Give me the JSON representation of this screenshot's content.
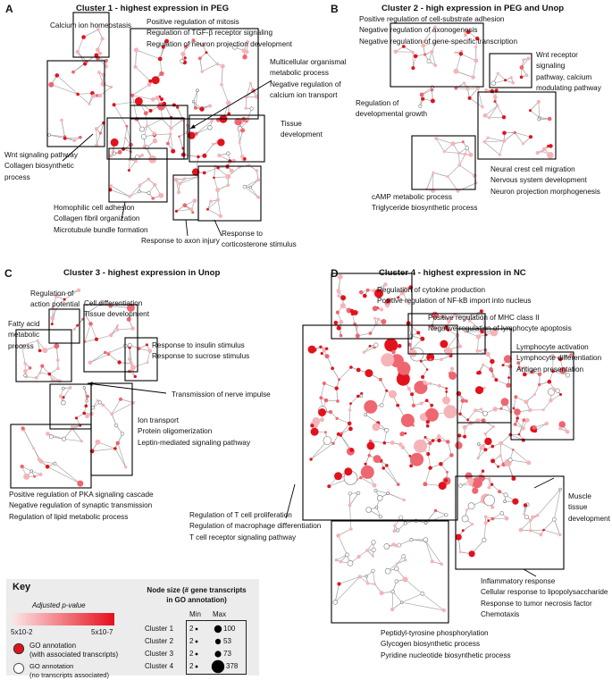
{
  "colors": {
    "edge": "#a8a8a8",
    "node_light": "#f6b3b8",
    "node_mid": "#ee6670",
    "node_dark": "#e2121c",
    "node_white": "#ffffff",
    "node_stroke": "#777777",
    "box": "#000000"
  },
  "panels": {
    "A": {
      "letter": "A",
      "title": "Cluster 1 - highest expression in PEG",
      "labels": [
        "Calcium ion homeostasis",
        "Positive regulation of mitosis\nRegulation of TGF-β receptor signaling\nRegulation of neuron projection development",
        "Multicellular organismal\nmetabolic process\nNegative regulation of\ncalcium ion transport",
        "Tissue\ndevelopment",
        "Wnt signaling pathway\nCollagen biosynthetic\nprocess",
        "Homophilic cell adhesion\nCollagen fibril organization\nMicrotubule bundle formation",
        "Response to axon injury",
        "Response to\ncorticosterone stimulus"
      ]
    },
    "B": {
      "letter": "B",
      "title": "Cluster 2 - high expression in PEG and Unop",
      "labels": [
        "Positive regulation of cell-substrate adhesion\nNegative regulation of axonogenesis\nNegative regulation of gene-specific transcription",
        "Wnt receptor\nsignaling\npathway, calcium\nmodulating pathway",
        "Regulation of\ndevelopmental growth",
        "Neural crest cell migration\nNervous system development\nNeuron projection morphogenesis",
        "cAMP metabolic process\nTriglyceride biosynthetic process"
      ]
    },
    "C": {
      "letter": "C",
      "title": "Cluster 3 - highest expression in Unop",
      "labels": [
        "Regulation of\naction potential",
        "Cell differentiation\nTissue development",
        "Fatty acid\nmetabolic\nprocess",
        "Response to insulin stimulus\nResponse to sucrose stimulus",
        "Transmission of nerve impulse",
        "Ion transport\nProtein oligomerization\nLeptin-mediated signaling pathway",
        "Positive regulation of PKA signaling cascade\nNegative regulation of synaptic transmission\nRegulation of lipid metabolic process"
      ]
    },
    "D": {
      "letter": "D",
      "title": "Cluster 4 - highest expression in NC",
      "labels": [
        "Regulation of cytokine production\nPositive regulation of NF-kB import into nucleus",
        "Positive regulation of MHC class II\nNegative regulation of lymphocyte apoptosis",
        "Lymphocyte activation\nLymphocyte differentiation\nAntigen presentation",
        "Muscle\ntissue\ndevelopment",
        "Regulation of T cell proliferation\nRegulation of macrophage differentiation\nT cell receptor signaling pathway",
        "Inflammatory response\nCellular response to lipopolysaccharide\nResponse to tumor necrosis factor\nChemotaxis",
        "Peptidyl-tyrosine phosphorylation\nGlycogen biosynthetic process\nPyridine nucleotide biosynthetic process"
      ]
    }
  },
  "key": {
    "title": "Key",
    "pvalue_label": "Adjusted p-value",
    "pvalue_low": "5x10-2",
    "pvalue_high": "5x10-7",
    "go_with": "GO annotation\n(with associated transcripts)",
    "go_without": "GO annotation\n(no transcripts associated)",
    "node_size_title": "Node size (# gene transcripts\nin GO annotation)",
    "min_label": "Min",
    "max_label": "Max",
    "rows": [
      {
        "cluster": "Cluster 1",
        "min": "2",
        "max": "100"
      },
      {
        "cluster": "Cluster 2",
        "min": "2",
        "max": "53"
      },
      {
        "cluster": "Cluster 3",
        "min": "2",
        "max": "73"
      },
      {
        "cluster": "Cluster 4",
        "min": "2",
        "max": "378"
      }
    ]
  }
}
